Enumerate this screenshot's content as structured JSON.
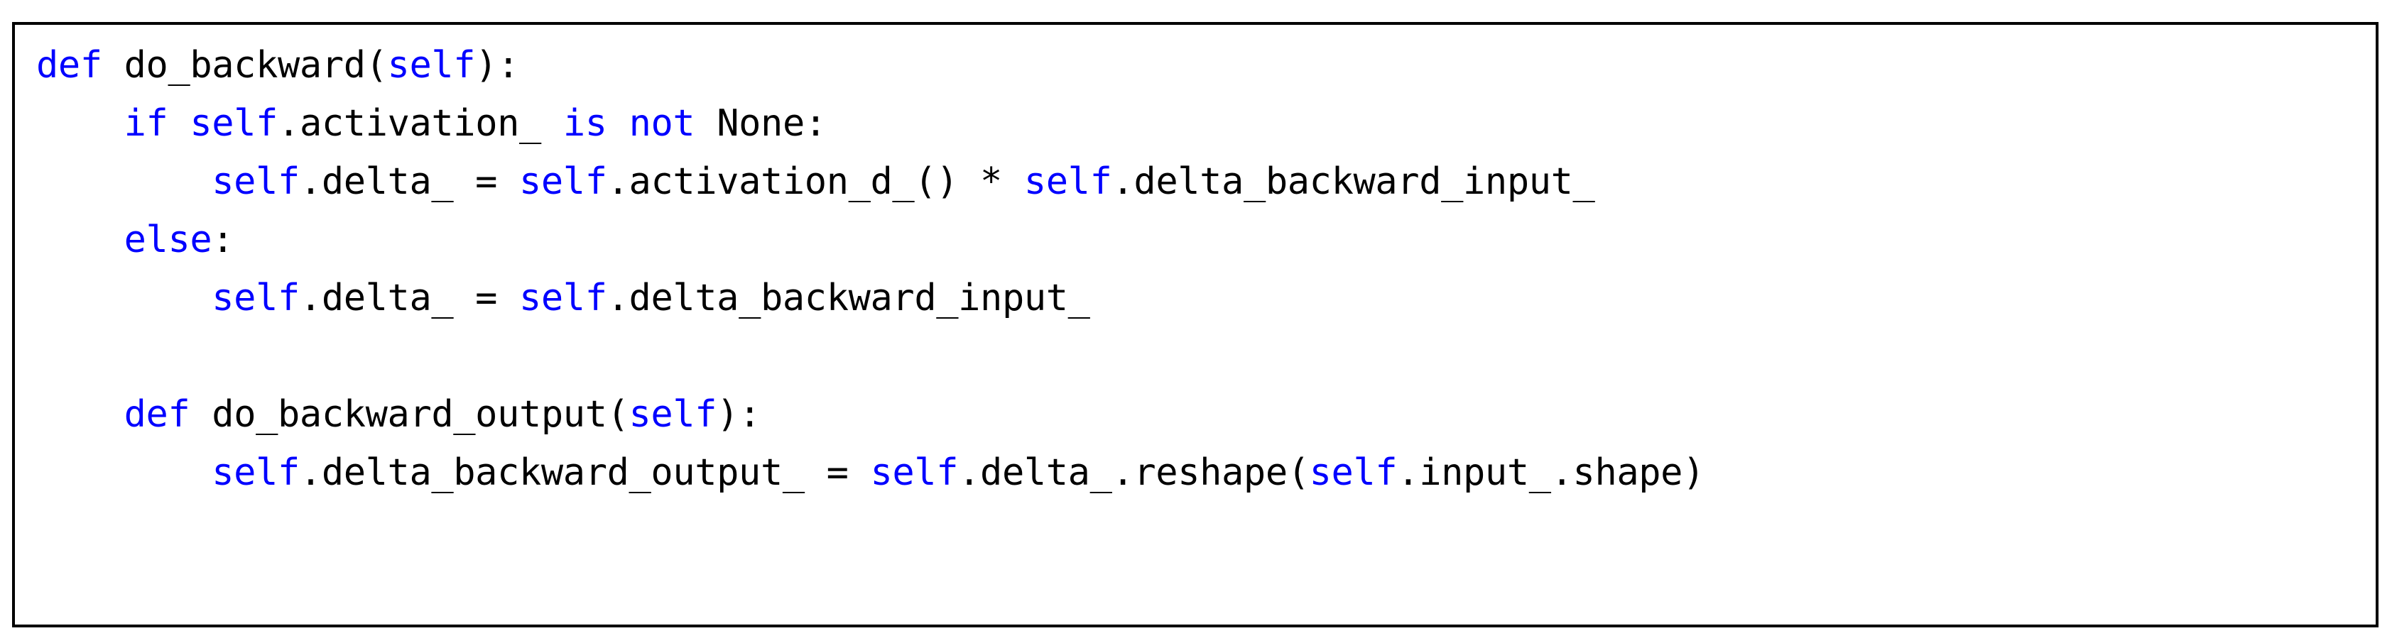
{
  "document": {
    "kind": "code-listing",
    "language": "Python",
    "background_color": "#ffffff",
    "frame_color": "#000000",
    "keyword_color": "#0000FF",
    "text_color": "#000000"
  },
  "listing": {
    "lines": [
      {
        "index": 1,
        "indent": 0,
        "text": "def do_backward(self):",
        "tokens": [
          {
            "t": "def",
            "c": "kw"
          },
          {
            "t": " do_backward(",
            "c": "plain"
          },
          {
            "t": "self",
            "c": "self"
          },
          {
            "t": "):",
            "c": "plain"
          }
        ]
      },
      {
        "index": 2,
        "indent": 4,
        "text": "    if self.activation_ is not None:",
        "tokens": [
          {
            "t": "    ",
            "c": "plain"
          },
          {
            "t": "if",
            "c": "kw"
          },
          {
            "t": " ",
            "c": "plain"
          },
          {
            "t": "self",
            "c": "self"
          },
          {
            "t": ".activation_ ",
            "c": "plain"
          },
          {
            "t": "is",
            "c": "kw"
          },
          {
            "t": " ",
            "c": "plain"
          },
          {
            "t": "not",
            "c": "kw"
          },
          {
            "t": " None:",
            "c": "plain"
          }
        ]
      },
      {
        "index": 3,
        "indent": 8,
        "text": "        self.delta_ = self.activation_d_() * self.delta_backward_input_",
        "tokens": [
          {
            "t": "        ",
            "c": "plain"
          },
          {
            "t": "self",
            "c": "self"
          },
          {
            "t": ".delta_ = ",
            "c": "plain"
          },
          {
            "t": "self",
            "c": "self"
          },
          {
            "t": ".activation_d_() * ",
            "c": "plain"
          },
          {
            "t": "self",
            "c": "self"
          },
          {
            "t": ".delta_backward_input_",
            "c": "plain"
          }
        ]
      },
      {
        "index": 4,
        "indent": 4,
        "text": "    else:",
        "tokens": [
          {
            "t": "    ",
            "c": "plain"
          },
          {
            "t": "else",
            "c": "kw"
          },
          {
            "t": ":",
            "c": "plain"
          }
        ]
      },
      {
        "index": 5,
        "indent": 8,
        "text": "        self.delta_ = self.delta_backward_input_",
        "tokens": [
          {
            "t": "        ",
            "c": "plain"
          },
          {
            "t": "self",
            "c": "self"
          },
          {
            "t": ".delta_ = ",
            "c": "plain"
          },
          {
            "t": "self",
            "c": "self"
          },
          {
            "t": ".delta_backward_input_",
            "c": "plain"
          }
        ]
      },
      {
        "index": 6,
        "indent": 0,
        "text": "",
        "tokens": []
      },
      {
        "index": 7,
        "indent": 4,
        "text": "    def do_backward_output(self):",
        "tokens": [
          {
            "t": "    ",
            "c": "plain"
          },
          {
            "t": "def",
            "c": "kw"
          },
          {
            "t": " do_backward_output(",
            "c": "plain"
          },
          {
            "t": "self",
            "c": "self"
          },
          {
            "t": "):",
            "c": "plain"
          }
        ]
      },
      {
        "index": 8,
        "indent": 8,
        "text": "        self.delta_backward_output_ = self.delta_.reshape(self.input_.shape)",
        "tokens": [
          {
            "t": "        ",
            "c": "plain"
          },
          {
            "t": "self",
            "c": "self"
          },
          {
            "t": ".delta_backward_output_ = ",
            "c": "plain"
          },
          {
            "t": "self",
            "c": "self"
          },
          {
            "t": ".delta_.reshape(",
            "c": "plain"
          },
          {
            "t": "self",
            "c": "self"
          },
          {
            "t": ".input_.shape)",
            "c": "plain"
          }
        ]
      }
    ]
  }
}
